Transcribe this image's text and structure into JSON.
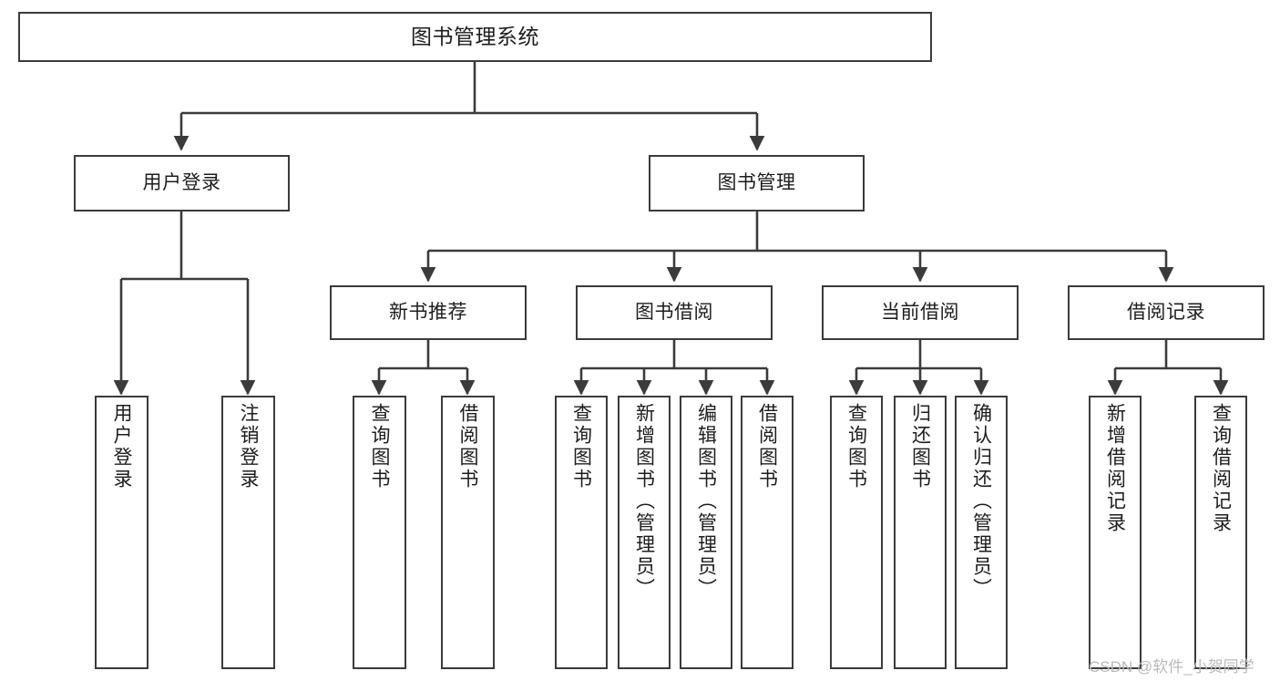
{
  "diagram": {
    "title": "图书管理系统",
    "watermark": "CSDN @软件_小贺同学",
    "colors": {
      "stroke": "#3b3b3b",
      "text": "#1d1d1d",
      "background": "#ffffff",
      "watermark": "#b9b9b9"
    },
    "root": {
      "label": "图书管理系统"
    },
    "level1": [
      {
        "label": "用户登录"
      },
      {
        "label": "图书管理"
      }
    ],
    "level2": [
      {
        "label": "新书推荐"
      },
      {
        "label": "图书借阅"
      },
      {
        "label": "当前借阅"
      },
      {
        "label": "借阅记录"
      }
    ],
    "leaves": {
      "user_login": [
        {
          "label": "用户登录"
        },
        {
          "label": "注销登录"
        }
      ],
      "new_book_recommend": [
        {
          "label": "查询图书"
        },
        {
          "label": "借阅图书"
        }
      ],
      "book_borrow": [
        {
          "label": "查询图书"
        },
        {
          "label": "新增图书（管理员）"
        },
        {
          "label": "编辑图书（管理员）"
        },
        {
          "label": "借阅图书"
        }
      ],
      "current_borrow": [
        {
          "label": "查询图书"
        },
        {
          "label": "归还图书"
        },
        {
          "label": "确认归还（管理员）"
        }
      ],
      "borrow_record": [
        {
          "label": "新增借阅记录"
        },
        {
          "label": "查询借阅记录"
        }
      ]
    }
  }
}
